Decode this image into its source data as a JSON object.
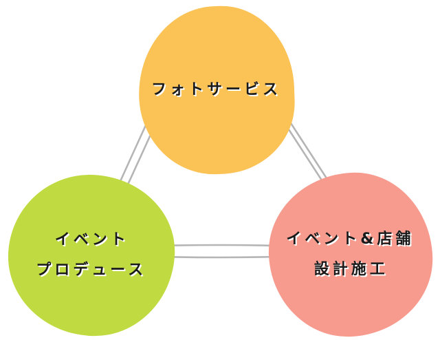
{
  "diagram": {
    "title": "service-relationship-diagram",
    "background_color": "#ffffff",
    "connector_color": "#b5b5b5",
    "connector_style": "double-line",
    "text_color": "#1a1a1a",
    "text_shadow_color": "#ffffff",
    "circles": {
      "top": {
        "label": "フォトサービス",
        "color": "#fbc355"
      },
      "left": {
        "label_line1": "イベント",
        "label_line2": "プロデュース",
        "color": "#c0db41"
      },
      "right": {
        "label_line1": "イベント&店舗",
        "label_line2": "設計施工",
        "color": "#f79b8e"
      }
    }
  }
}
